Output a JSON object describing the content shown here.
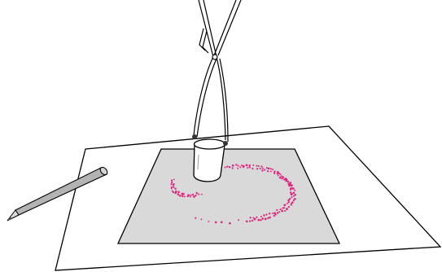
{
  "colors": {
    "background": "#ffffff",
    "paper": "#ffffff",
    "mat": "#d9d9d9",
    "outline": "#000000",
    "dots": "#e0217e",
    "pencil_body": "#b3b3b3",
    "pencil_dark": "#555555"
  },
  "objects": {
    "sheet": "paper-sheet",
    "mat": "gray-mat",
    "pendulum": "pendulum-cup-on-strings",
    "pencil": "pencil-icon",
    "trace": "dotted-sand-trace"
  }
}
